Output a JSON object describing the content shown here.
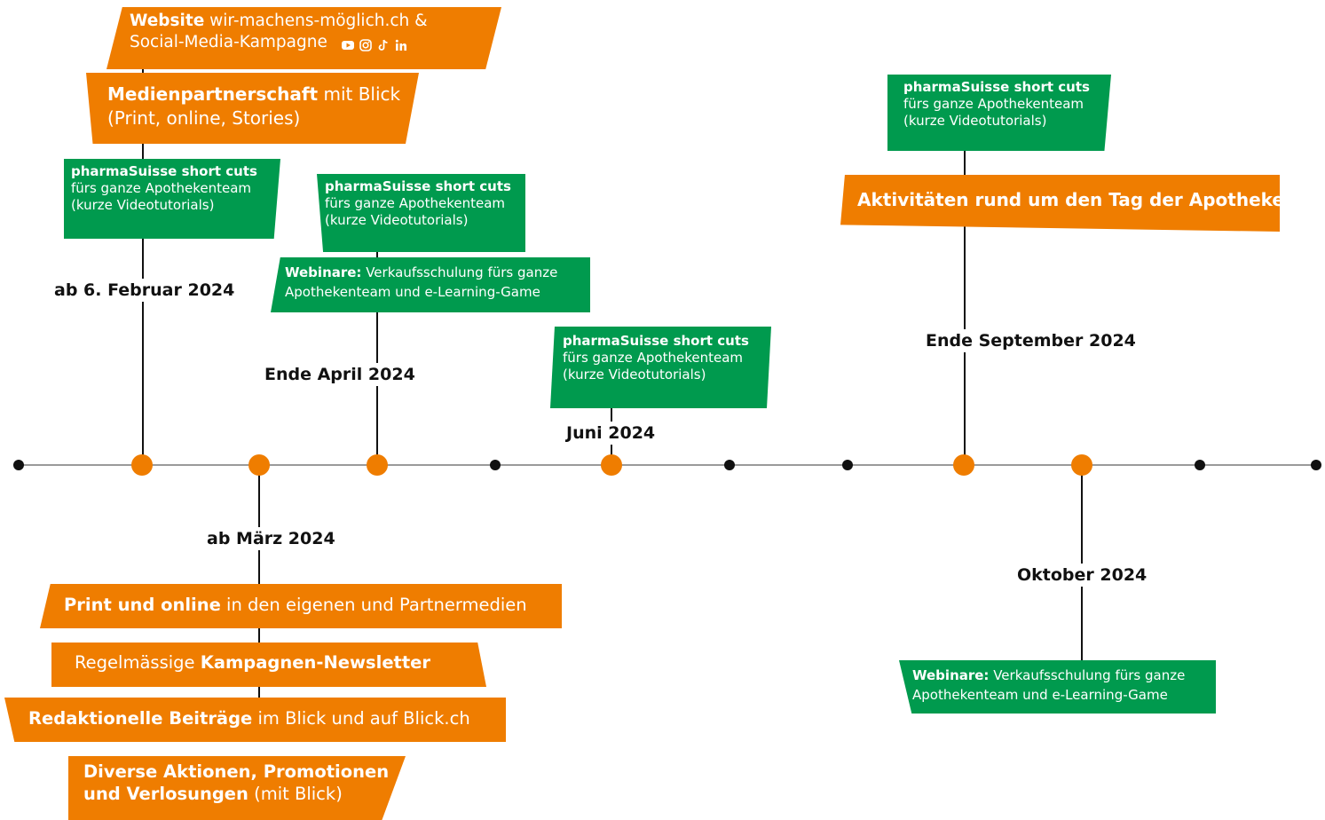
{
  "labels": {
    "feb": "ab 6. Februar 2024",
    "mar": "ab März 2024",
    "apr": "Ende April 2024",
    "jun": "Juni 2024",
    "sep": "Ende September 2024",
    "oct": "Oktober 2024"
  },
  "boxes": {
    "website": {
      "bold": "Website",
      "rest": " wir-machens-möglich.ch &",
      "line2": "Social-Media-Kampagne"
    },
    "medien": {
      "bold": "Medienpartnerschaft",
      "rest": " mit Blick",
      "line2": "(Print, online, Stories)"
    },
    "shortcuts": {
      "title": "pharmaSuisse short cuts",
      "line1": "fürs ganze Apothekenteam",
      "line2": "(kurze Videotutorials)"
    },
    "webinare": {
      "bold": "Webinare:",
      "rest": " Verkaufsschulung fürs ganze",
      "line2": "Apothekenteam und e-Learning-Game"
    },
    "print": {
      "bold": "Print und online",
      "rest": " in den eigenen und Partnermedien"
    },
    "newsletter": {
      "pre": "Regelmässige ",
      "bold": "Kampagnen-Newsletter"
    },
    "redaktion": {
      "bold": "Redaktionelle Beiträge",
      "rest": " im Blick und auf Blick.ch"
    },
    "aktionen": {
      "line1": "Diverse Aktionen, Promotionen",
      "bold2": "und Verlosungen",
      "rest2": " (mit Blick)"
    },
    "tag": {
      "bold": "Aktivitäten rund um den Tag der Apotheke"
    }
  },
  "social_icons": [
    "youtube-icon",
    "instagram-icon",
    "tiktok-icon",
    "linkedin-icon"
  ],
  "colors": {
    "orange": "#ef7d00",
    "green": "#009a4e",
    "axis": "#9a9a9a",
    "text": "#111111"
  }
}
